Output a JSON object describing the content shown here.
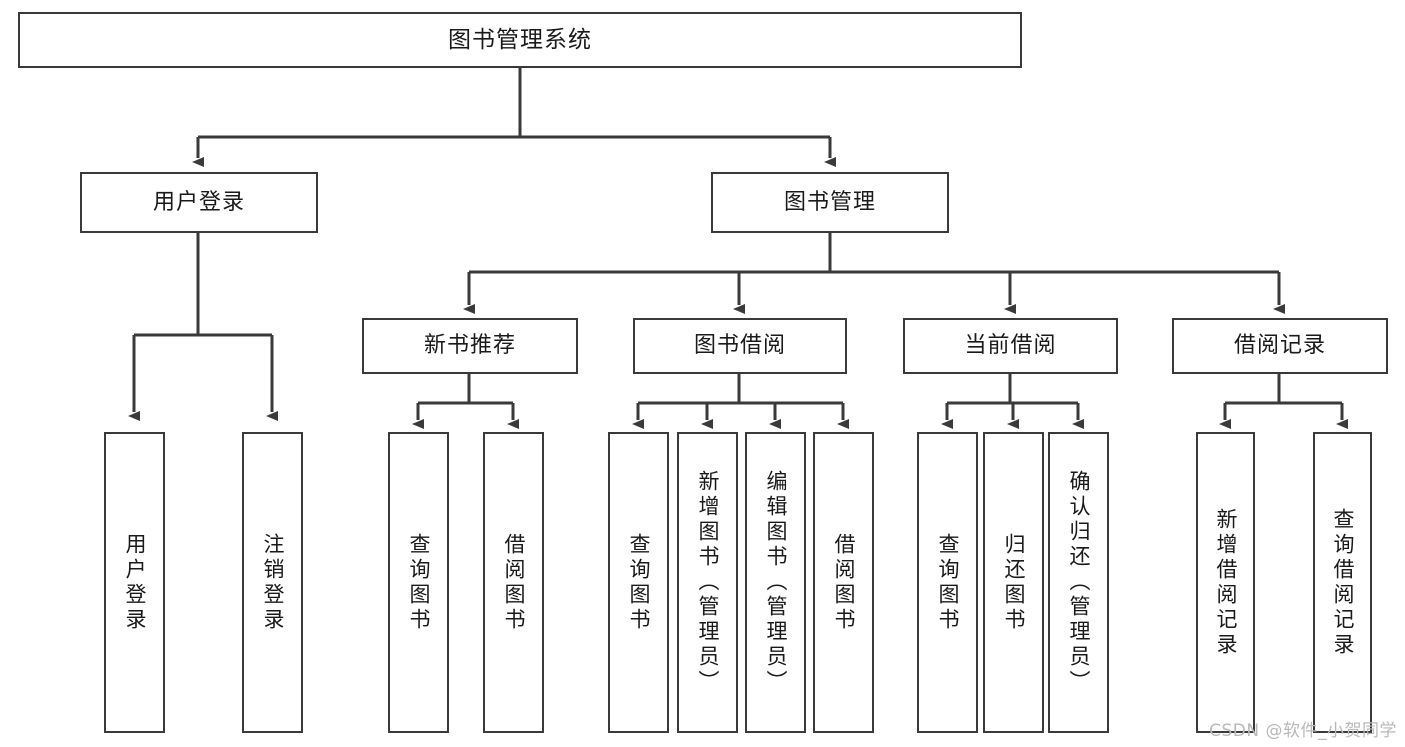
{
  "diagram": {
    "title": "图书管理系统",
    "type": "tree",
    "root": {
      "label": "图书管理系统"
    },
    "level2": [
      {
        "label": "用户登录"
      },
      {
        "label": "图书管理"
      }
    ],
    "level3": [
      {
        "label": "新书推荐"
      },
      {
        "label": "图书借阅"
      },
      {
        "label": "当前借阅"
      },
      {
        "label": "借阅记录"
      }
    ],
    "groups": [
      {
        "parent": "用户登录",
        "leaves": [
          {
            "label": "用户登录"
          },
          {
            "label": "注销登录"
          }
        ]
      },
      {
        "parent": "新书推荐",
        "leaves": [
          {
            "label": "查询图书"
          },
          {
            "label": "借阅图书"
          }
        ]
      },
      {
        "parent": "图书借阅",
        "leaves": [
          {
            "label": "查询图书"
          },
          {
            "label": "新增图书（管理员）"
          },
          {
            "label": "编辑图书（管理员）"
          },
          {
            "label": "借阅图书"
          }
        ]
      },
      {
        "parent": "当前借阅",
        "leaves": [
          {
            "label": "查询图书"
          },
          {
            "label": "归还图书"
          },
          {
            "label": "确认归还（管理员）"
          }
        ]
      },
      {
        "parent": "借阅记录",
        "leaves": [
          {
            "label": "新增借阅记录"
          },
          {
            "label": "查询借阅记录"
          }
        ]
      }
    ]
  },
  "watermark": {
    "text": "CSDN @软件_小贺同学"
  },
  "colors": {
    "stroke": "#3a3a3a",
    "background": "#ffffff",
    "text": "#1a1a1a",
    "watermark": "#b9b9b9"
  }
}
